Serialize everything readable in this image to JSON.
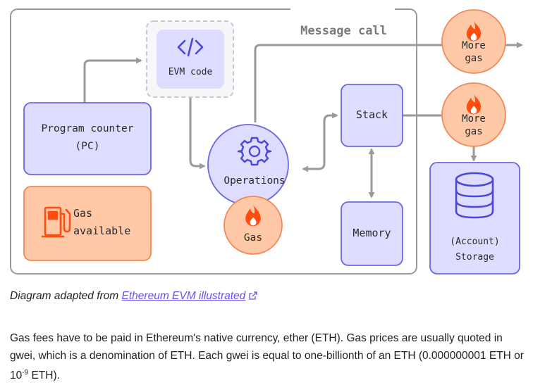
{
  "diagram": {
    "message_call_label": "Message call",
    "evm_code_label": "EVM code",
    "program_counter_label": "Program counter (PC)",
    "gas_available_label": "Gas available",
    "operations_label": "Operations",
    "gas_label": "Gas",
    "stack_label": "Stack",
    "memory_label": "Memory",
    "more_gas_top_label": "More gas",
    "more_gas_mid_label": "More gas",
    "account_storage_label": "(Account) Storage",
    "icons": [
      "code-icon",
      "gear-icon",
      "fuel-pump-icon",
      "flame-icon",
      "database-icon"
    ],
    "colors": {
      "purple_fill": "#dedcff",
      "purple_stroke": "#6b68e6",
      "orange_fill": "#ffc8a6",
      "orange_stroke": "#f08a5b",
      "flame": "#ff4d10",
      "arrow": "#9a9a9a"
    }
  },
  "caption": {
    "prefix": "Diagram adapted from",
    "link_text": "Ethereum EVM illustrated"
  },
  "paragraph": {
    "text_main": "Gas fees have to be paid in Ethereum's native currency, ether (ETH). Gas prices are usually quoted in gwei, which is a denomination of ETH. Each gwei is equal to one-billionth of an ETH (0.000000001 ETH or 10",
    "exponent": "-9",
    "text_end": " ETH)."
  }
}
